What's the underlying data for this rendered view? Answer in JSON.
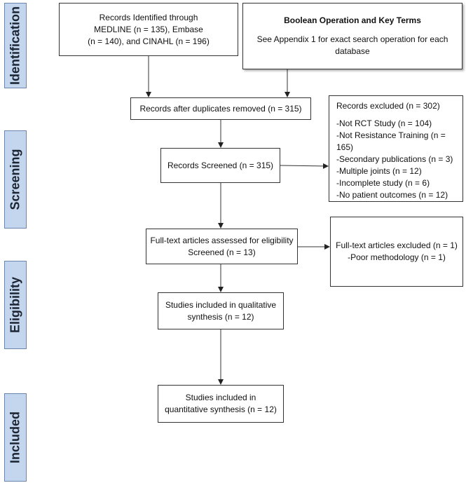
{
  "stages": {
    "identification": "Identification",
    "screening": "Screening",
    "eligibility": "Eligibility",
    "included": "Included"
  },
  "boxes": {
    "records_identified": [
      "Records Identified through",
      "MEDLINE (n = 135), Embase",
      "(n = 140), and CINAHL (n = 196)"
    ],
    "boolean": {
      "title": "Boolean Operation and Key Terms",
      "body": [
        "See Appendix 1 for exact search operation for each",
        "database"
      ]
    },
    "after_duplicates": "Records after duplicates removed (n = 315)",
    "excluded": {
      "title": "Records excluded (n = 302)",
      "items": [
        "-Not RCT Study (n = 104)",
        "-Not Resistance Training (n = 165)",
        "-Secondary publications (n = 3)",
        "-Multiple joints (n = 12)",
        "-Incomplete study (n = 6)",
        "-No patient outcomes (n = 12)"
      ]
    },
    "screened": "Records Screened (n = 315)",
    "fulltext_assessed": [
      "Full-text articles assessed for eligibility",
      "Screened (n = 13)"
    ],
    "fulltext_excluded": [
      "Full-text articles excluded (n = 1)",
      "-Poor methodology (n = 1)"
    ],
    "qualitative": [
      "Studies included in qualitative",
      "synthesis (n = 12)"
    ],
    "quantitative": [
      "Studies included in",
      "quantitative synthesis (n = 12)"
    ]
  }
}
